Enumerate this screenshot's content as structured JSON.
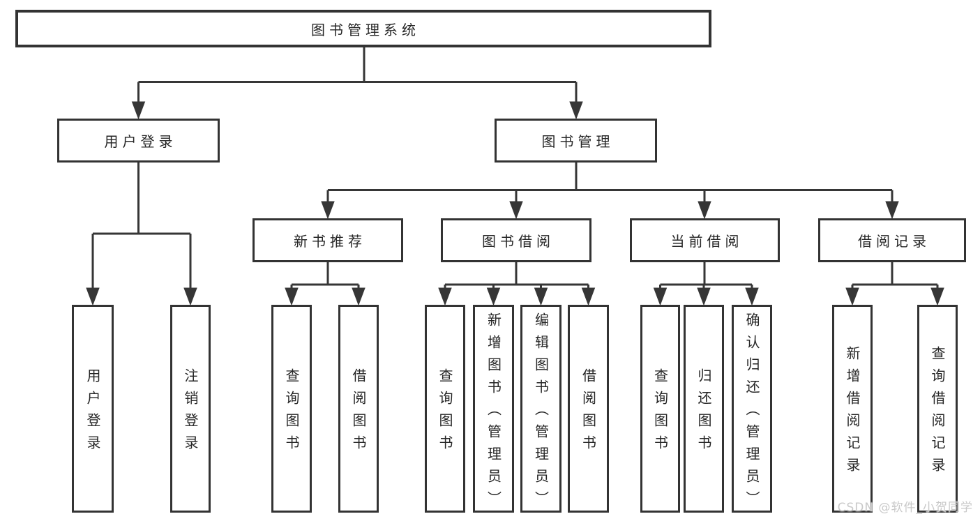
{
  "tree": {
    "root": {
      "label": "图书管理系统",
      "children": [
        {
          "label": "用户登录",
          "children": [
            {
              "label": "用户登录"
            },
            {
              "label": "注销登录"
            }
          ]
        },
        {
          "label": "图书管理",
          "children": [
            {
              "label": "新书推荐",
              "children": [
                {
                  "label": "查询图书"
                },
                {
                  "label": "借阅图书"
                }
              ]
            },
            {
              "label": "图书借阅",
              "children": [
                {
                  "label": "查询图书"
                },
                {
                  "label": "新增图书（管理员）"
                },
                {
                  "label": "编辑图书（管理员）"
                },
                {
                  "label": "借阅图书"
                }
              ]
            },
            {
              "label": "当前借阅",
              "children": [
                {
                  "label": "查询图书"
                },
                {
                  "label": "归还图书"
                },
                {
                  "label": "确认归还（管理员）"
                }
              ]
            },
            {
              "label": "借阅记录",
              "children": [
                {
                  "label": "新增借阅记录"
                },
                {
                  "label": "查询借阅记录"
                }
              ]
            }
          ]
        }
      ]
    }
  },
  "watermark": "CSDN @软件_小贺同学",
  "colors": {
    "line": "#363636",
    "box_border": "#333333",
    "text": "#262626",
    "background": "#ffffff",
    "watermark": "#c9c9c9"
  }
}
